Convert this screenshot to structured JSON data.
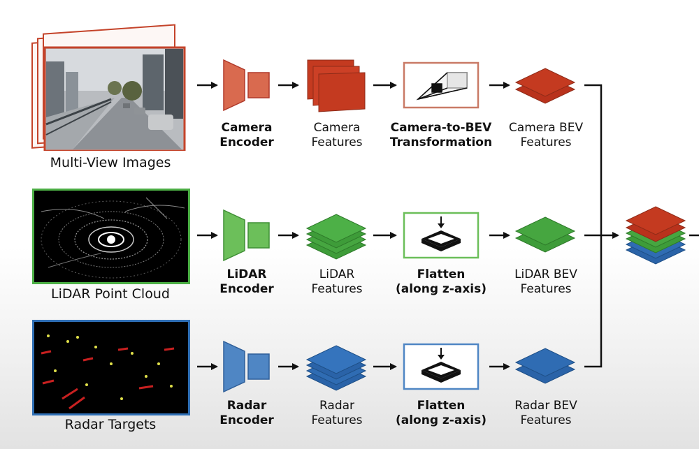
{
  "colors": {
    "camera": "#c4432a",
    "lidar": "#4caf45",
    "radar": "#2f6fb5",
    "line": "#111111"
  },
  "camera_row": {
    "source_caption": "Multi-View Images",
    "encoder": [
      "Camera",
      "Encoder"
    ],
    "features": [
      "Camera",
      "Features"
    ],
    "transform": [
      "Camera-to-BEV",
      "Transformation"
    ],
    "bev": [
      "Camera BEV",
      "Features"
    ]
  },
  "lidar_row": {
    "source_caption": "LiDAR Point Cloud",
    "encoder": [
      "LiDAR",
      "Encoder"
    ],
    "features": [
      "LiDAR",
      "Features"
    ],
    "transform": [
      "Flatten",
      "(along z-axis)"
    ],
    "bev": [
      "LiDAR BEV",
      "Features"
    ]
  },
  "radar_row": {
    "source_caption": "Radar Targets",
    "encoder": [
      "Radar",
      "Encoder"
    ],
    "features": [
      "Radar",
      "Features"
    ],
    "transform": [
      "Flatten",
      "(along z-axis)"
    ],
    "bev": [
      "Radar BEV",
      "Features"
    ]
  },
  "icons": {
    "encoder": "trapezoid-encoder-icon",
    "feature_stack": "layered-feature-stack-icon",
    "frustum": "camera-frustum-icon",
    "flatten": "flatten-arrow-icon",
    "fused": "fused-bev-stack-icon"
  }
}
